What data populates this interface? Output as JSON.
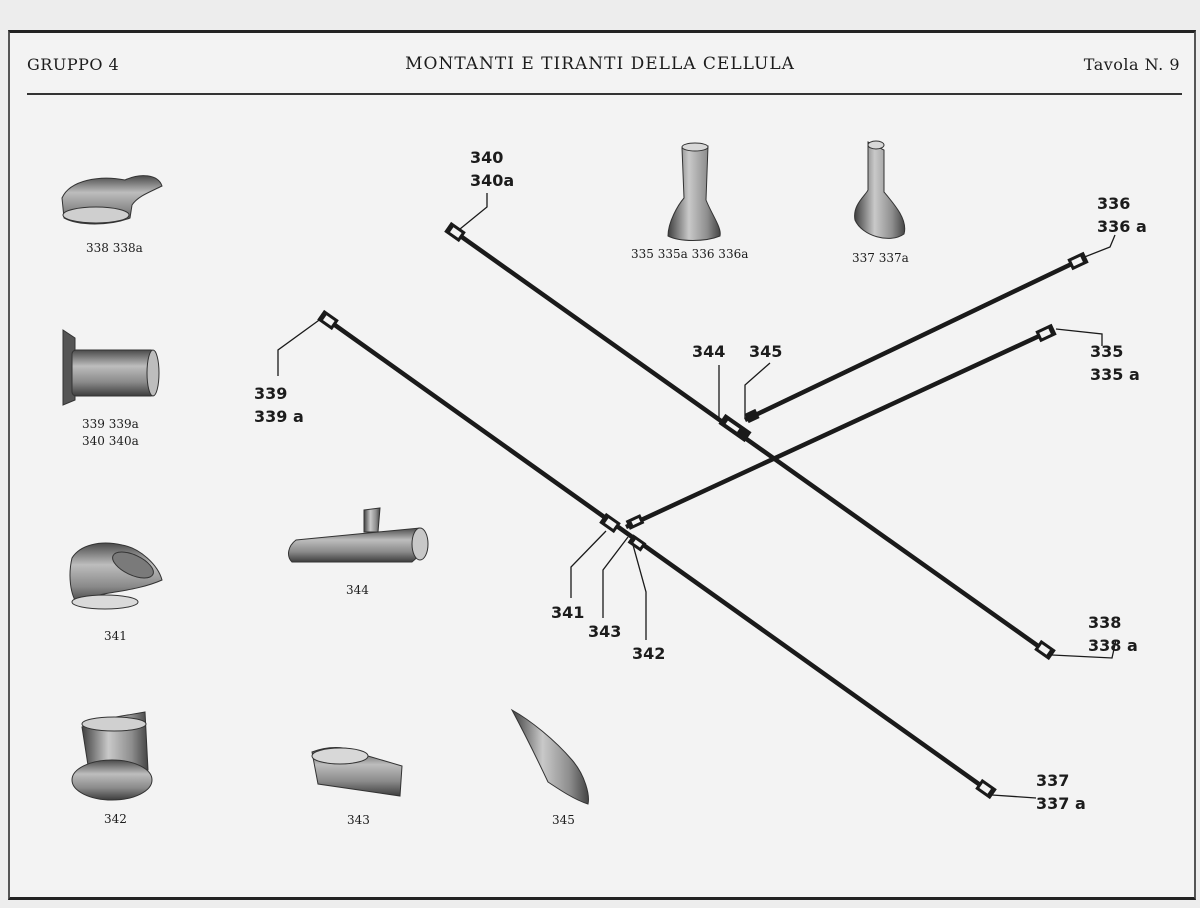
{
  "header": {
    "group": "GRUPPO 4",
    "title": "MONTANTI E TIRANTI DELLA CELLULA",
    "plate": "Tavola N. 9"
  },
  "part_captions": {
    "p338": [
      "338 338a"
    ],
    "p339": [
      "339 339a",
      "340 340a"
    ],
    "p341": [
      "341"
    ],
    "p342": [
      "342"
    ],
    "p343": [
      "343"
    ],
    "p344": [
      "344"
    ],
    "p345": [
      "345"
    ],
    "p335": [
      "335 335a 336 336a"
    ],
    "p337": [
      "337 337a"
    ]
  },
  "callouts": {
    "c340": [
      "340",
      "340a"
    ],
    "c336": [
      "336",
      "336 a"
    ],
    "c339": [
      "339",
      "339 a"
    ],
    "c344": [
      "344"
    ],
    "c345": [
      "345"
    ],
    "c335": [
      "335",
      "335 a"
    ],
    "c341": [
      "341"
    ],
    "c343": [
      "343"
    ],
    "c342": [
      "342"
    ],
    "c338": [
      "338",
      "338 a"
    ],
    "c337": [
      "337",
      "337 a"
    ]
  },
  "colors": {
    "paper": "#f3f3f3",
    "ink": "#1c1c1c",
    "metal_dark": "#6d6d6d",
    "metal_light": "#d4d4d4"
  }
}
